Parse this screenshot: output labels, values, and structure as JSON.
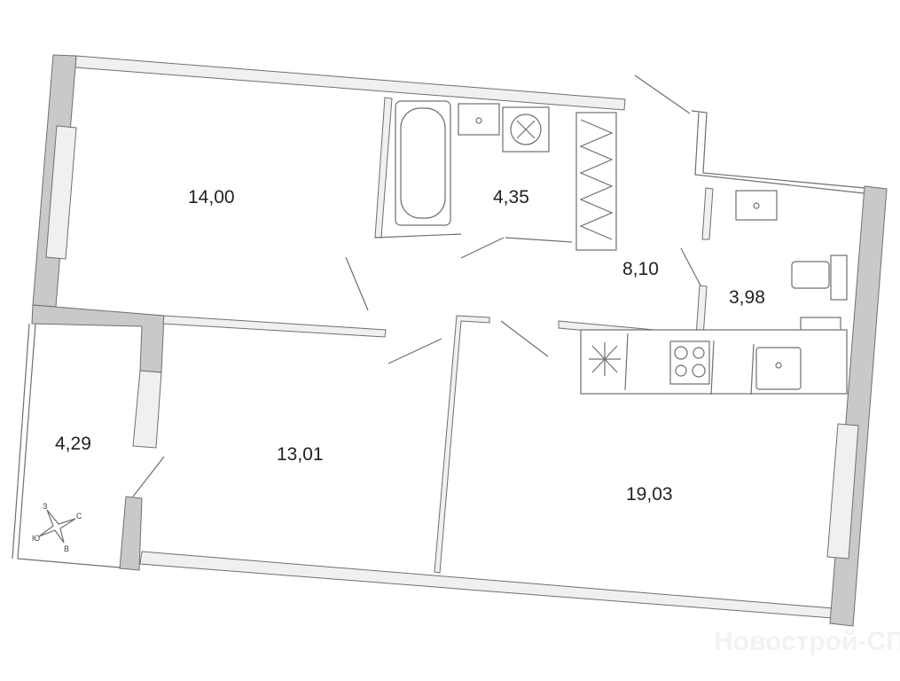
{
  "plan": {
    "rooms": [
      {
        "id": "bedroom-1",
        "area": "14,00"
      },
      {
        "id": "bathroom",
        "area": "4,35"
      },
      {
        "id": "hallway",
        "area": "8,10"
      },
      {
        "id": "toilet",
        "area": "3,98"
      },
      {
        "id": "balcony",
        "area": "4,29"
      },
      {
        "id": "bedroom-2",
        "area": "13,01"
      },
      {
        "id": "kitchen-living",
        "area": "19,03"
      }
    ],
    "compass": {
      "north": "С",
      "east": "В",
      "south": "Ю",
      "west": "З"
    },
    "watermark": "Новострой-СПб"
  }
}
